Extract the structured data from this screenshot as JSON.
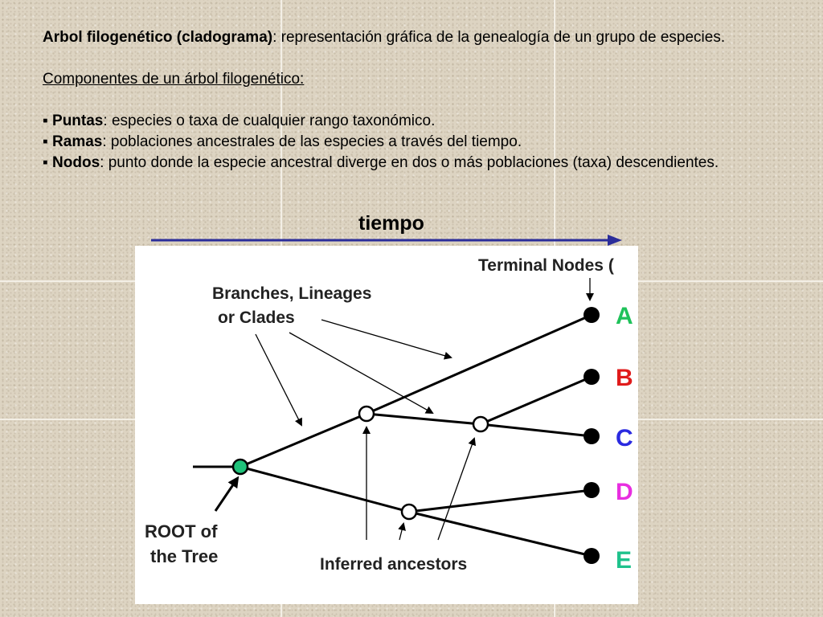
{
  "definition": {
    "term": "Arbol filogenético (cladograma)",
    "text": ": representación gráfica de la genealogía de un grupo de especies."
  },
  "components_heading": "Componentes de un árbol filogenético:",
  "components": [
    {
      "bullet": "▪",
      "term": "Puntas",
      "text": ": especies o taxa de cualquier rango taxonómico."
    },
    {
      "bullet": "▪",
      "term": "Ramas",
      "text": ": poblaciones ancestrales de las especies a través del tiempo."
    },
    {
      "bullet": "▪",
      "term": "Nodos",
      "text": ": punto donde la especie ancestral diverge en dos o más poblaciones (taxa) descendientes."
    }
  ],
  "timeline": {
    "label": "tiempo",
    "color": "#2b2d9a"
  },
  "diagram": {
    "terminal_nodes_label": "Terminal Nodes (",
    "branches_label_line1": "Branches, Lineages",
    "branches_label_line2": "or Clades",
    "root_label_line1": "ROOT of",
    "root_label_line2": "the Tree",
    "ancestors_label": "Inferred ancestors",
    "taxa": [
      {
        "label": "A",
        "color": "#1fc25a"
      },
      {
        "label": "B",
        "color": "#e01b1b"
      },
      {
        "label": "C",
        "color": "#2a2ae0"
      },
      {
        "label": "D",
        "color": "#e82ee0"
      },
      {
        "label": "E",
        "color": "#1fc28c"
      }
    ],
    "root_color": "#1fc27a"
  }
}
